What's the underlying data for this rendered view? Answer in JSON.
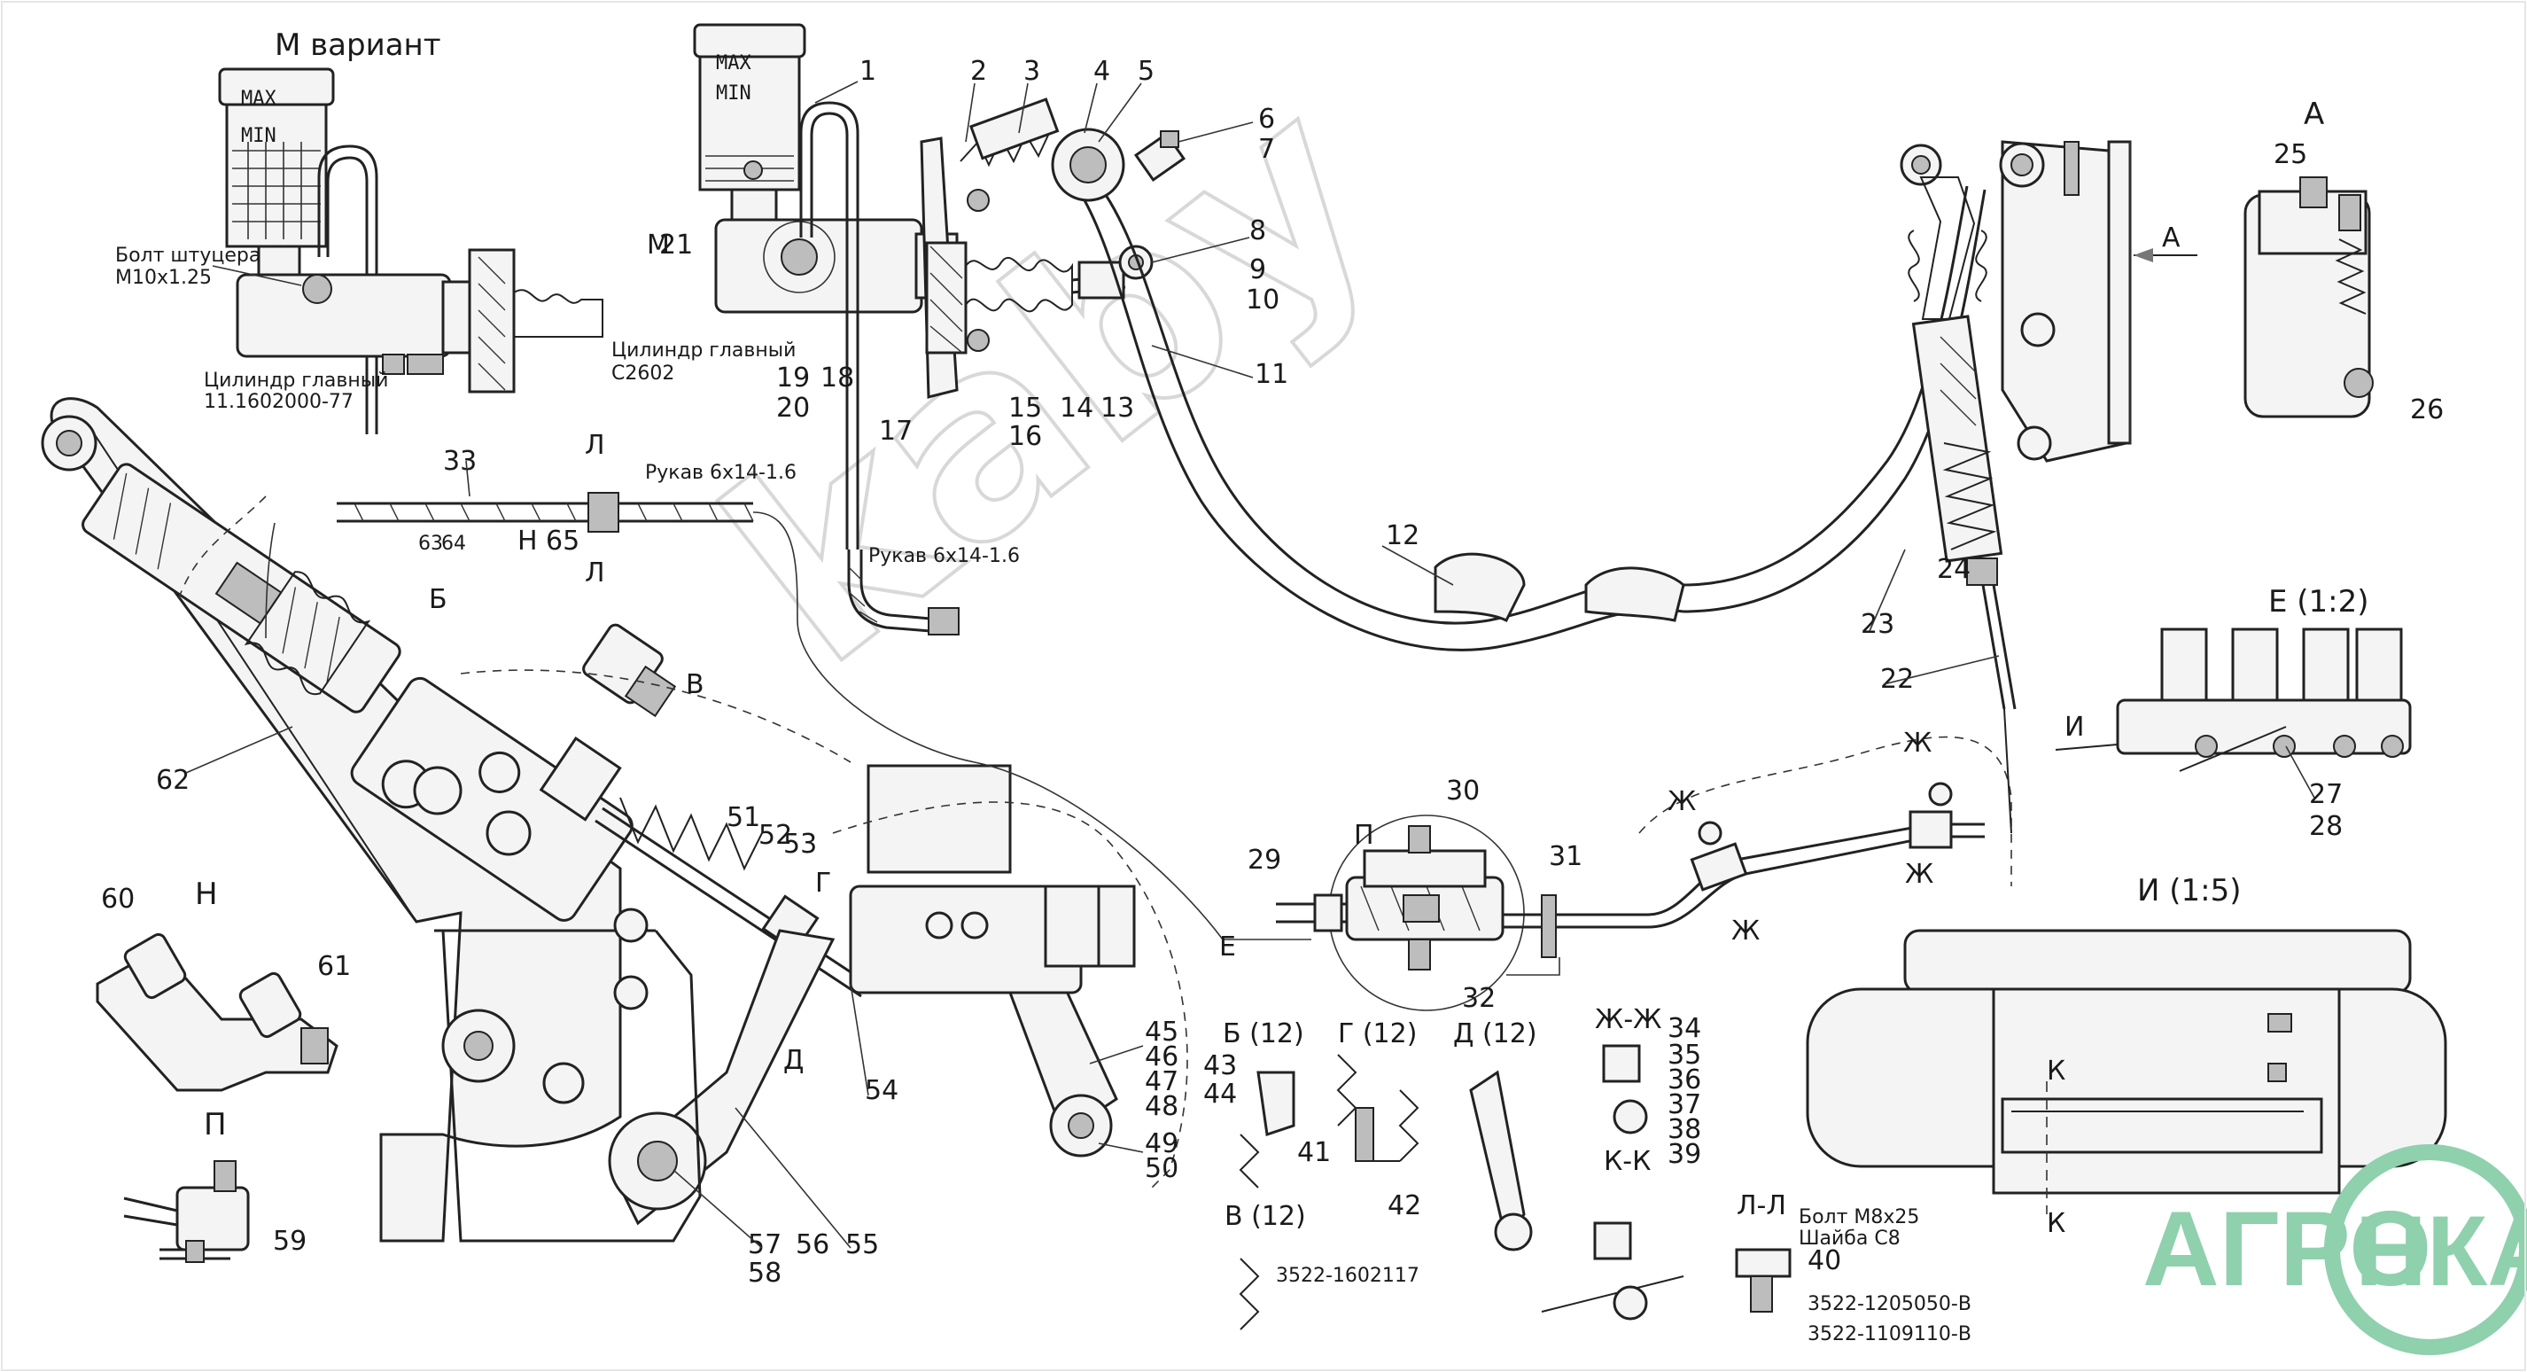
{
  "watermark": "kaby",
  "brand": {
    "left": "АГРО",
    "right": "НКА",
    "color": "#8fd0ad"
  },
  "labels": {
    "m_variant": "М вариант",
    "bolt_fitting_1": "Болт штуцера",
    "bolt_fitting_2": "М10х1.25",
    "cyl_main_1": "Цилиндр главный",
    "cyl_main_2": "11.1602000-77",
    "cyl_c2602_1": "Цилиндр главный",
    "cyl_c2602_2": "С2602",
    "hose_top": "Рукав 6х14-1.6",
    "hose_mid": "Рукав 6х14-1.6",
    "max": "MAX",
    "min": "MIN",
    "M": "М",
    "view_A": "А",
    "view_E": "Е (1:2)",
    "view_I": "И (1:5)",
    "view_N": "Н",
    "view_P": "П",
    "view_B12": "Б (12)",
    "view_G12": "Г (12)",
    "view_D12": "Д (12)",
    "view_V12": "В (12)",
    "view_ZhZh": "Ж-Ж",
    "view_KK": "К-К",
    "view_LL": "Л-Л",
    "bolt_m8": "Болт М8х25",
    "washer_c8": "Шайба С8",
    "part_1602117": "3522-1602117",
    "part_1205050": "3522-1205050-В",
    "part_1109110": "3522-1109110-В"
  },
  "callouts": {
    "c1": "1",
    "c2": "2",
    "c3": "3",
    "c4": "4",
    "c5": "5",
    "c6": "6",
    "c7": "7",
    "c8": "8",
    "c9": "9",
    "c10": "10",
    "c11": "11",
    "c12": "12",
    "c13": "13",
    "c14": "14",
    "c15": "15",
    "c16": "16",
    "c17": "17",
    "c18": "18",
    "c19": "19",
    "c20": "20",
    "c21": "21",
    "c22": "22",
    "c23": "23",
    "c24": "24",
    "c25": "25",
    "c26": "26",
    "c27": "27",
    "c28": "28",
    "c29": "29",
    "c30": "30",
    "c31": "31",
    "c32": "32",
    "c33": "33",
    "c34": "34",
    "c35": "35",
    "c36": "36",
    "c37": "37",
    "c38": "38",
    "c39": "39",
    "c40": "40",
    "c41": "41",
    "c42": "42",
    "c43": "43",
    "c44": "44",
    "c45": "45",
    "c46": "46",
    "c47": "47",
    "c48": "48",
    "c49": "49",
    "c50": "50",
    "c51": "51",
    "c52": "52",
    "c53": "53",
    "c54": "54",
    "c55": "55",
    "c56": "56",
    "c57": "57",
    "c58": "58",
    "c59": "59",
    "c60": "60",
    "c61": "61",
    "c62": "62",
    "c63": "63",
    "c64": "64",
    "c65": "65",
    "sB": "Б",
    "sV": "В",
    "sG": "Г",
    "sD": "Д",
    "sE": "Е",
    "sZh": "Ж",
    "sI": "И",
    "sK": "К",
    "sL": "Л",
    "sN": "Н",
    "sP": "П",
    "sA": "А"
  }
}
